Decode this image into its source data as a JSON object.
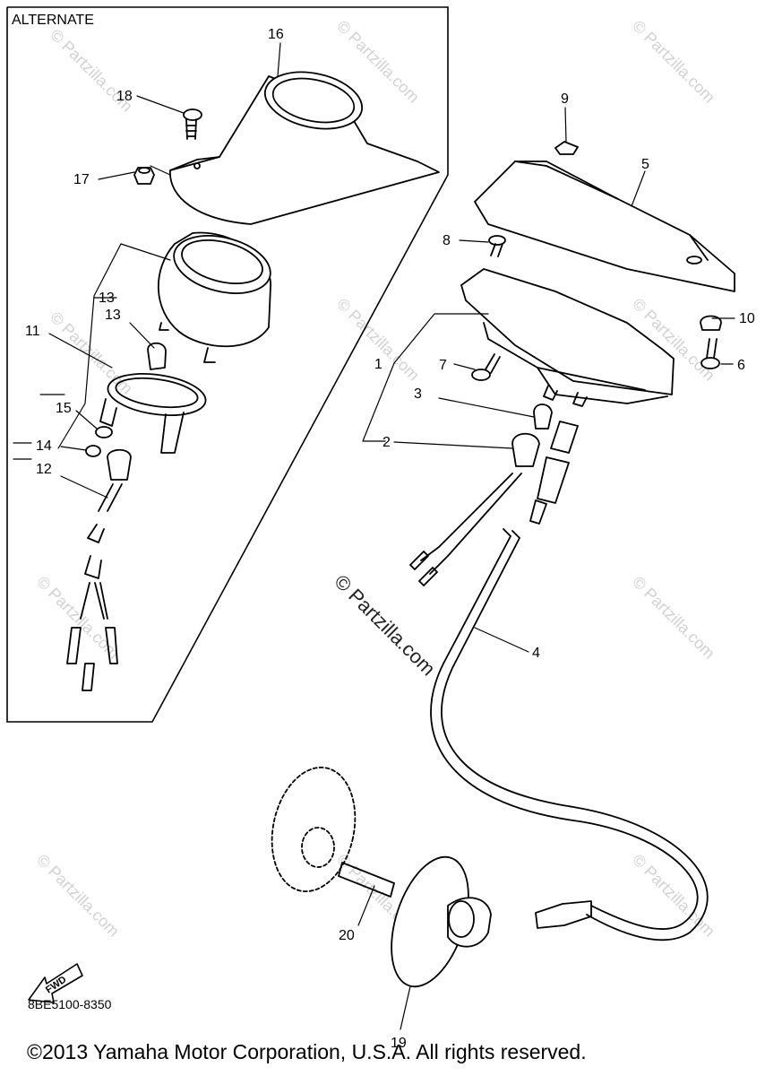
{
  "alternate_label": "ALTERNATE",
  "part_code": "8BE5100-8350",
  "copyright": "©2013 Yamaha Motor Corporation, U.S.A. All rights reserved.",
  "watermark": "© Partzilla.com",
  "fwd_label": "FWD",
  "callouts": [
    "1",
    "2",
    "3",
    "4",
    "5",
    "6",
    "7",
    "8",
    "9",
    "10",
    "11",
    "12",
    "13",
    "14",
    "15",
    "16",
    "17",
    "18",
    "19",
    "20"
  ]
}
